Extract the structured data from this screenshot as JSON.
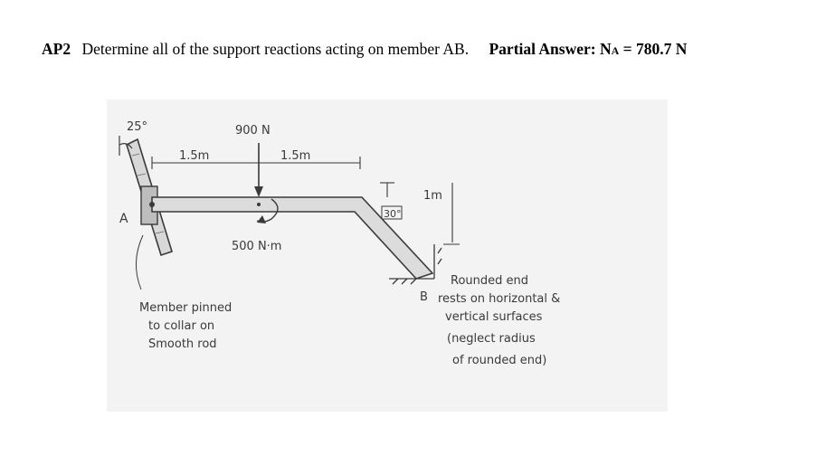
{
  "header": {
    "problem_id": "AP2",
    "problem_text": "Determine all of the support reactions acting on member AB.",
    "partial_label": "Partial Answer:",
    "answer_symbol": "N",
    "answer_subscript": "A",
    "answer_value": " = 780.7 N"
  },
  "diagram": {
    "angle_top_left": "25°",
    "force_label": "900 N",
    "dim_left": "1.5m",
    "dim_right": "1.5m",
    "dim_vertical": "1m",
    "angle_bend": "30°",
    "moment_label": "500 N·m",
    "point_a": "A",
    "point_b": "B",
    "note_a": [
      "Member pinned",
      "to collar on",
      "Smooth rod"
    ],
    "note_b": [
      "Rounded end",
      "rests on horizontal &",
      "vertical surfaces",
      "(neglect radius",
      "of rounded end)"
    ]
  },
  "colors": {
    "ink": "#3a3a3a",
    "background_scan": "#f3f3f3",
    "member_fill": "#dcdcdc"
  }
}
